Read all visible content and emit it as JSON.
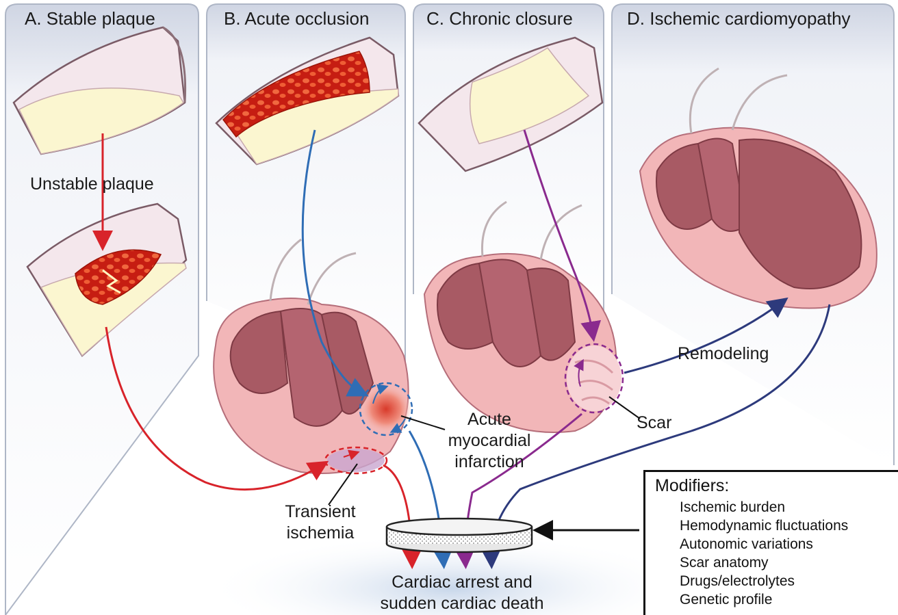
{
  "panels": [
    {
      "title": "A. Stable plaque"
    },
    {
      "title": "B. Acute occlusion"
    },
    {
      "title": "C. Chronic closure"
    },
    {
      "title": "D. Ischemic cardiomyopathy"
    }
  ],
  "labels": {
    "unstable_plaque": "Unstable plaque",
    "ami_line1": "Acute",
    "ami_line2": "myocardial",
    "ami_line3": "infarction",
    "transient_line1": "Transient",
    "transient_line2": "ischemia",
    "remodeling": "Remodeling",
    "scar": "Scar",
    "outcome_line1": "Cardiac arrest and",
    "outcome_line2": "sudden cardiac death"
  },
  "modifiers": {
    "title": "Modifiers:",
    "items": [
      "Ischemic burden",
      "Hemodynamic fluctuations",
      "Autonomic variations",
      "Scar anatomy",
      "Drugs/electrolytes",
      "Genetic profile"
    ]
  },
  "colors": {
    "red_pathway": "#d8232a",
    "blue_pathway": "#2f6db5",
    "purple_pathway": "#8a2a8e",
    "navy_pathway": "#2d3a7c",
    "myocardium": "#f2b6b8",
    "chamber": "#a85a64",
    "vessel_wall": "#f4e7ec",
    "plaque": "#fbf6d0",
    "thrombus": "#c61d12"
  }
}
